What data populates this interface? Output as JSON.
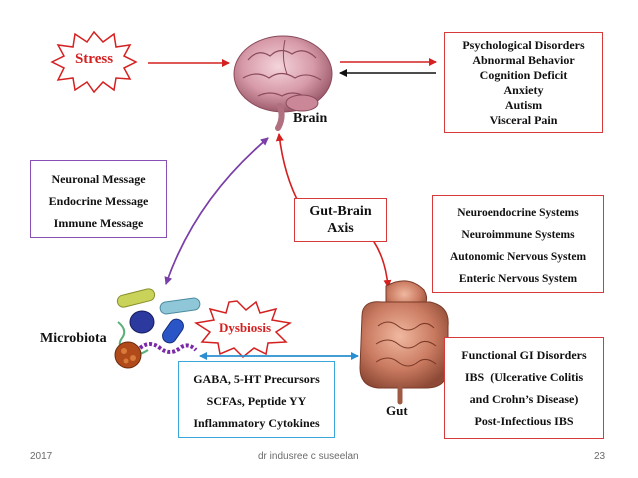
{
  "stress_label": "Stress",
  "brain_label": "Brain",
  "gut_label": "Gut",
  "microbiota_label": "Microbiota",
  "dysbiosis_label": "Dysbiosis",
  "axis_box": {
    "line1": "Gut-Brain",
    "line2": "Axis"
  },
  "brain_effects": [
    "Psychological Disorders",
    "Abnormal Behavior",
    "Cognition Deficit",
    "Anxiety",
    "Autism",
    "Visceral Pain"
  ],
  "messages": [
    "Neuronal Message",
    "Endocrine Message",
    "Immune Message"
  ],
  "systems": [
    "Neuroendocrine Systems",
    "Neuroimmune Systems",
    "Autonomic Nervous System",
    "Enteric Nervous System"
  ],
  "gi_disorders": [
    "Functional GI Disorders",
    "IBS  (Ulcerative Colitis",
    "and Crohn’s Disease)",
    "Post-Infectious IBS"
  ],
  "metabolites": [
    "GABA, 5-HT Precursors",
    "SCFAs, Peptide YY",
    "Inflammatory Cytokines"
  ],
  "footer": {
    "year": "2017",
    "author": "dr indusree c suseelan",
    "page": "23"
  },
  "colors": {
    "red": "#d42020",
    "purple": "#7b3fa8",
    "blue": "#2a8fd0",
    "black": "#111111"
  },
  "icons": [
    "brain-illustration",
    "gut-illustration",
    "bacteria-illustration",
    "starburst-shape"
  ]
}
